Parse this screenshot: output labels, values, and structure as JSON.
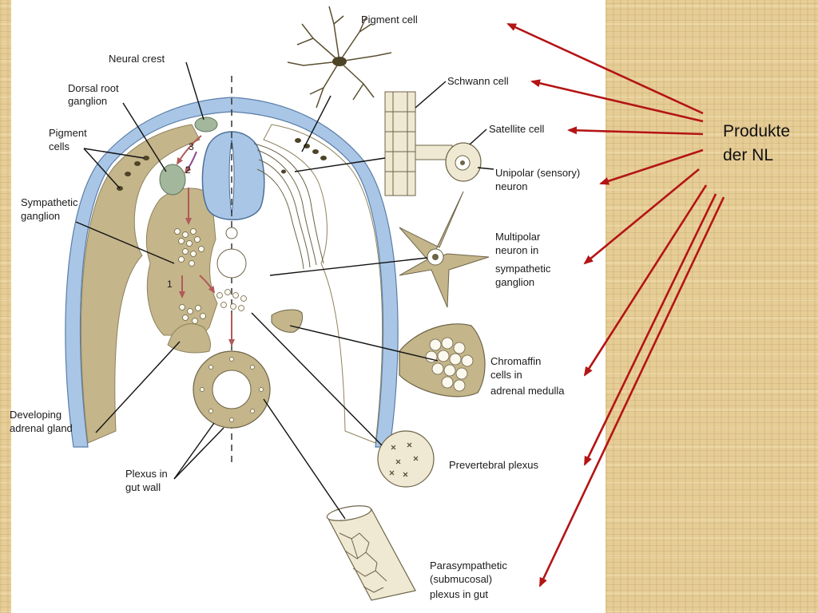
{
  "labels": {
    "neural_crest": "Neural crest",
    "drg_1": "Dorsal root",
    "drg_2": "ganglion",
    "pigment_cells_1": "Pigment",
    "pigment_cells_2": "cells",
    "sympathetic_1": "Sympathetic",
    "sympathetic_2": "ganglion",
    "adrenal_1": "Developing",
    "adrenal_2": "adrenal gland",
    "plexus_gut_1": "Plexus in",
    "plexus_gut_2": "gut wall",
    "pigment_cell": "Pigment cell",
    "schwann": "Schwann cell",
    "satellite": "Satellite cell",
    "unipolar_1": "Unipolar (sensory)",
    "unipolar_2": "neuron",
    "multipolar_1": "Multipolar",
    "multipolar_2": "neuron in",
    "multipolar_3": "sympathetic",
    "multipolar_4": "ganglion",
    "chromaffin_1": "Chromaffin",
    "chromaffin_2": "cells in",
    "chromaffin_3": "adrenal medulla",
    "prevertebral": "Prevertebral plexus",
    "para_1": "Parasympathetic",
    "para_2": "(submucosal)",
    "para_3": "plexus in gut"
  },
  "migration_numbers": {
    "n1": "1",
    "n2": "2",
    "n3": "3"
  },
  "annotation": {
    "line1": "Produkte",
    "line2": "der NL"
  },
  "colors": {
    "mesoderm": "#c4b58a",
    "ectoderm": "#a9c6e6",
    "neural_tube": "#a9c6e6",
    "ganglion_green": "#a3b79c",
    "arrow_red": "#b41414",
    "migration_arrow": "#b05a5a",
    "papyrus": "#e6cd96"
  }
}
